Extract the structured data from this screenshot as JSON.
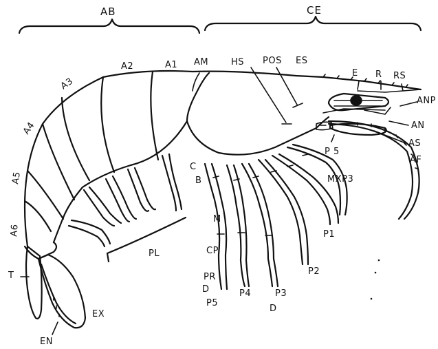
{
  "groups": {
    "abdomen": "AB",
    "cephalothorax": "CE"
  },
  "labels": {
    "a1": "A1",
    "a2": "A2",
    "a3": "A3",
    "a4": "A4",
    "a5": "A5",
    "a6": "A6",
    "am": "AM",
    "hs": "HS",
    "pos": "POS",
    "es": "ES",
    "e": "E",
    "r": "R",
    "rs": "RS",
    "anp": "ANP",
    "an": "AN",
    "as": "AS",
    "af": "AF",
    "p5_top": "P 5",
    "mxp3": "MXP3",
    "p1": "P1",
    "p2": "P2",
    "p3": "P3",
    "p4": "P4",
    "p5": "P5",
    "c": "C",
    "b": "B",
    "m": "M",
    "cp": "CP",
    "pr": "PR",
    "d_left": "D",
    "d_right": "D",
    "pl": "PL",
    "t": "T",
    "ex": "EX",
    "en": "EN"
  }
}
